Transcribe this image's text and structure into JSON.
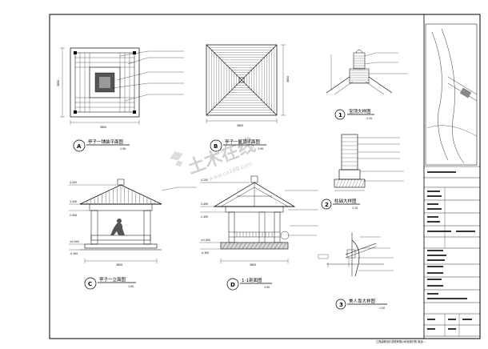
{
  "watermark": {
    "logo": "土木在线",
    "url": "www.co188.com"
  },
  "views": {
    "a": {
      "badge": "A",
      "title": "亭子一铺装平面图",
      "scale": "1:50"
    },
    "b": {
      "badge": "B",
      "title": "亭子一屋顶平面图",
      "scale": "1:50"
    },
    "c": {
      "badge": "C",
      "title": "亭子一立面图",
      "scale": "1:50"
    },
    "d": {
      "badge": "D",
      "title": "1-1剖面图",
      "scale": "1:50"
    },
    "d1": {
      "badge": "1",
      "title": "宝顶大样图",
      "scale": "1:10"
    },
    "d2": {
      "badge": "2",
      "title": "柱础大样图",
      "scale": "1:10"
    },
    "d3": {
      "badge": "3",
      "title": "美人靠大样图",
      "scale": "1:20"
    }
  },
  "dims": {
    "a_w": "3600",
    "a_h": "3600",
    "b_w": "3600",
    "b_h": "3600",
    "c_w": "3600",
    "d_w": "3600",
    "c_levels": [
      "4.200",
      "3.400",
      "2.400",
      "±0.000",
      "-0.300"
    ],
    "d_levels": [
      "4.200",
      "3.400",
      "2.400",
      "±0.000",
      "-0.300"
    ]
  },
  "titleblock": {
    "footer": "江西建筑设计总院有限公司景观分院  电话:..."
  }
}
